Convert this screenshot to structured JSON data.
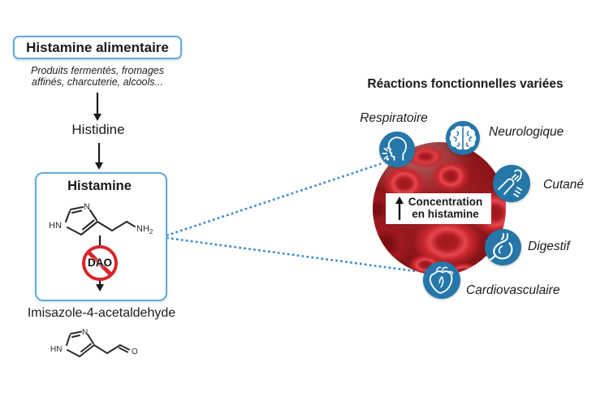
{
  "flow": {
    "source_box_label": "Histamine alimentaire",
    "source_examples": [
      "Produits fermentés, fromages",
      "affinés, charcuterie, alcools..."
    ],
    "precursor_label": "Histidine",
    "histamine_label": "Histamine",
    "dao_label": "DAO",
    "product_label": "Imisazole-4-acetaldehyde",
    "atom_labels": {
      "hn": "HN",
      "n": "N",
      "nh": "NH",
      "nh_sub": "2",
      "o": "O"
    }
  },
  "reactions": {
    "title": "Réactions fonctionnelles variées",
    "center_label_line1": "Concentration",
    "center_label_line2": "en histamine",
    "items": [
      {
        "label": "Respiratoire",
        "icon": "coughing-head-icon"
      },
      {
        "label": "Neurologique",
        "icon": "brain-icon"
      },
      {
        "label": "Cutané",
        "icon": "scratching-arm-icon"
      },
      {
        "label": "Digestif",
        "icon": "stomach-icon"
      },
      {
        "label": "Cardiovasculaire",
        "icon": "heart-icon"
      }
    ]
  },
  "colors": {
    "icon_blue": "#2577a9",
    "box_border_blue": "#64aadd",
    "dotted_line_blue": "#3e8fcb",
    "prohibition_red": "#d8252a",
    "blood_red_dark": "#7e1114",
    "blood_red_bright": "#e8474f",
    "text_black": "#1a1a1a"
  }
}
